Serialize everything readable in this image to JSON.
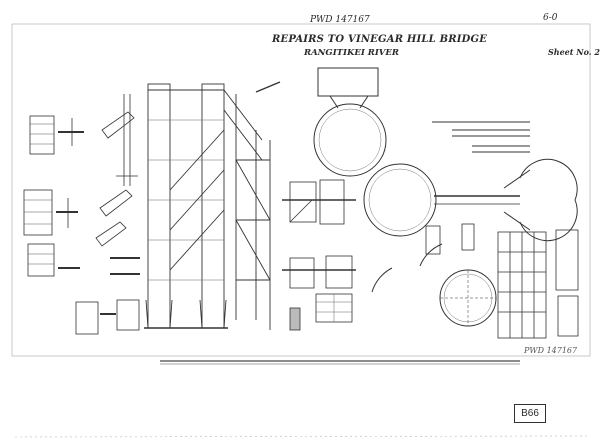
{
  "header": {
    "stamp": "",
    "reference": "PWD 147167",
    "corner_mark": "6-0",
    "title_line1": "REPAIRS TO VINEGAR HILL BRIDGE",
    "title_line2": "RANGITIKEI RIVER",
    "sheet_number": "Sheet No. 2"
  },
  "margin": {
    "side_reference": "PWD 147167",
    "box_label": "B66"
  },
  "colors": {
    "ink": "#3a3a3a",
    "paper": "#ffffff",
    "faint": "#9a9a9a"
  }
}
